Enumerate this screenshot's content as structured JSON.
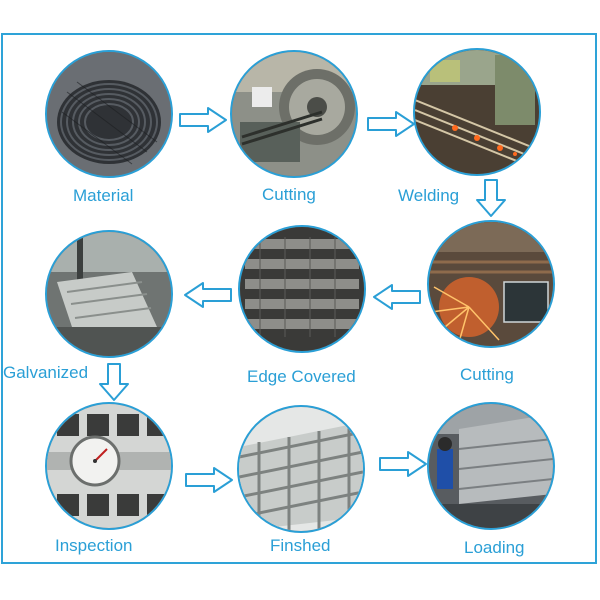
{
  "steps": [
    {
      "label": "Material",
      "icon": "wire-coil-photo"
    },
    {
      "label": "Cutting",
      "icon": "cutting-machine-photo"
    },
    {
      "label": "Welding",
      "icon": "welding-line-photo"
    },
    {
      "label": "Cutting",
      "icon": "saw-cutting-sparks-photo"
    },
    {
      "label": "Edge Covered",
      "icon": "stacked-grating-photo"
    },
    {
      "label": "Galvanized",
      "icon": "galvanizing-tank-photo"
    },
    {
      "label": "Inspection",
      "icon": "caliper-dial-photo"
    },
    {
      "label": "Finshed",
      "icon": "finished-grating-photo"
    },
    {
      "label": "Loading",
      "icon": "container-loading-photo"
    }
  ],
  "colors": {
    "accent": "#2a9fd6",
    "frame": "#2ea3d8",
    "arrow_fill": "#ffffff",
    "arrow_stroke": "#2a9fd6"
  }
}
